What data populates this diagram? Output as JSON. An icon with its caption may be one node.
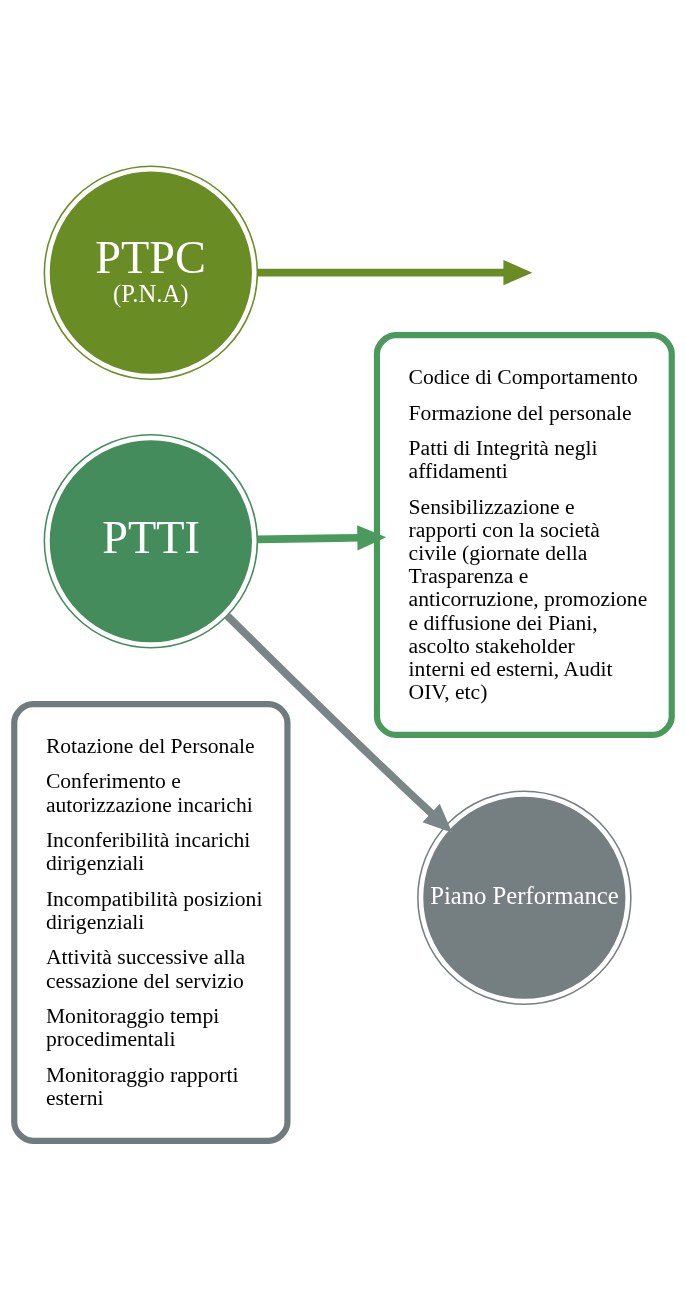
{
  "diagram": {
    "nodes": [
      {
        "text": [
          "Rotazione del Personale",
          "Conferimento e autorizzazione incarichi",
          "Inconferibilità incarichi dirigenziali",
          "Incompatibilità posizioni dirigenziali",
          "Attività successive alla cessazione del servizio",
          "Monitoraggio tempi procedimentali",
          "Monitoraggio rapporti esterni"
        ]
      },
      {
        "text": [
          "Codice di Comportamento",
          "Formazione del personale",
          "Patti di Integrità negli affidamenti",
          "Sensibilizzazione e rapporti con la società civile (giornate della Trasparenza e anticorruzione, promozione e diffusione dei Piani, ascolto stakeholder interni ed esterni, Audit OIV, etc)"
        ]
      },
      {
        "text": [
          "PTTI"
        ]
      },
      {
        "text": [
          "Piano Performance"
        ]
      },
      {
        "text": [
          "PTPC",
          "(P.N.A)"
        ]
      }
    ],
    "edges": [
      {
        "from": 2,
        "to": 1,
        "arrow": "to",
        "color": "#4a9a5e"
      },
      {
        "from": 2,
        "to": 3,
        "arrow": "to",
        "color": "#7a8588"
      },
      {
        "from": 4,
        "to": null,
        "arrow": "to",
        "color": "#6a8c24"
      }
    ]
  }
}
